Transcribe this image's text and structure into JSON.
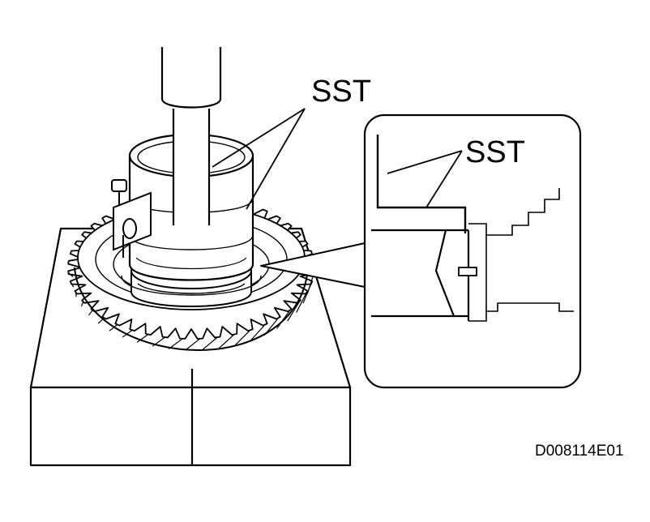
{
  "labels": {
    "sst_main": "SST",
    "sst_detail": "SST",
    "figure_code": "D008114E01"
  },
  "colors": {
    "ink": "#000000",
    "paper": "#ffffff",
    "shade": "#b8b8b8"
  }
}
